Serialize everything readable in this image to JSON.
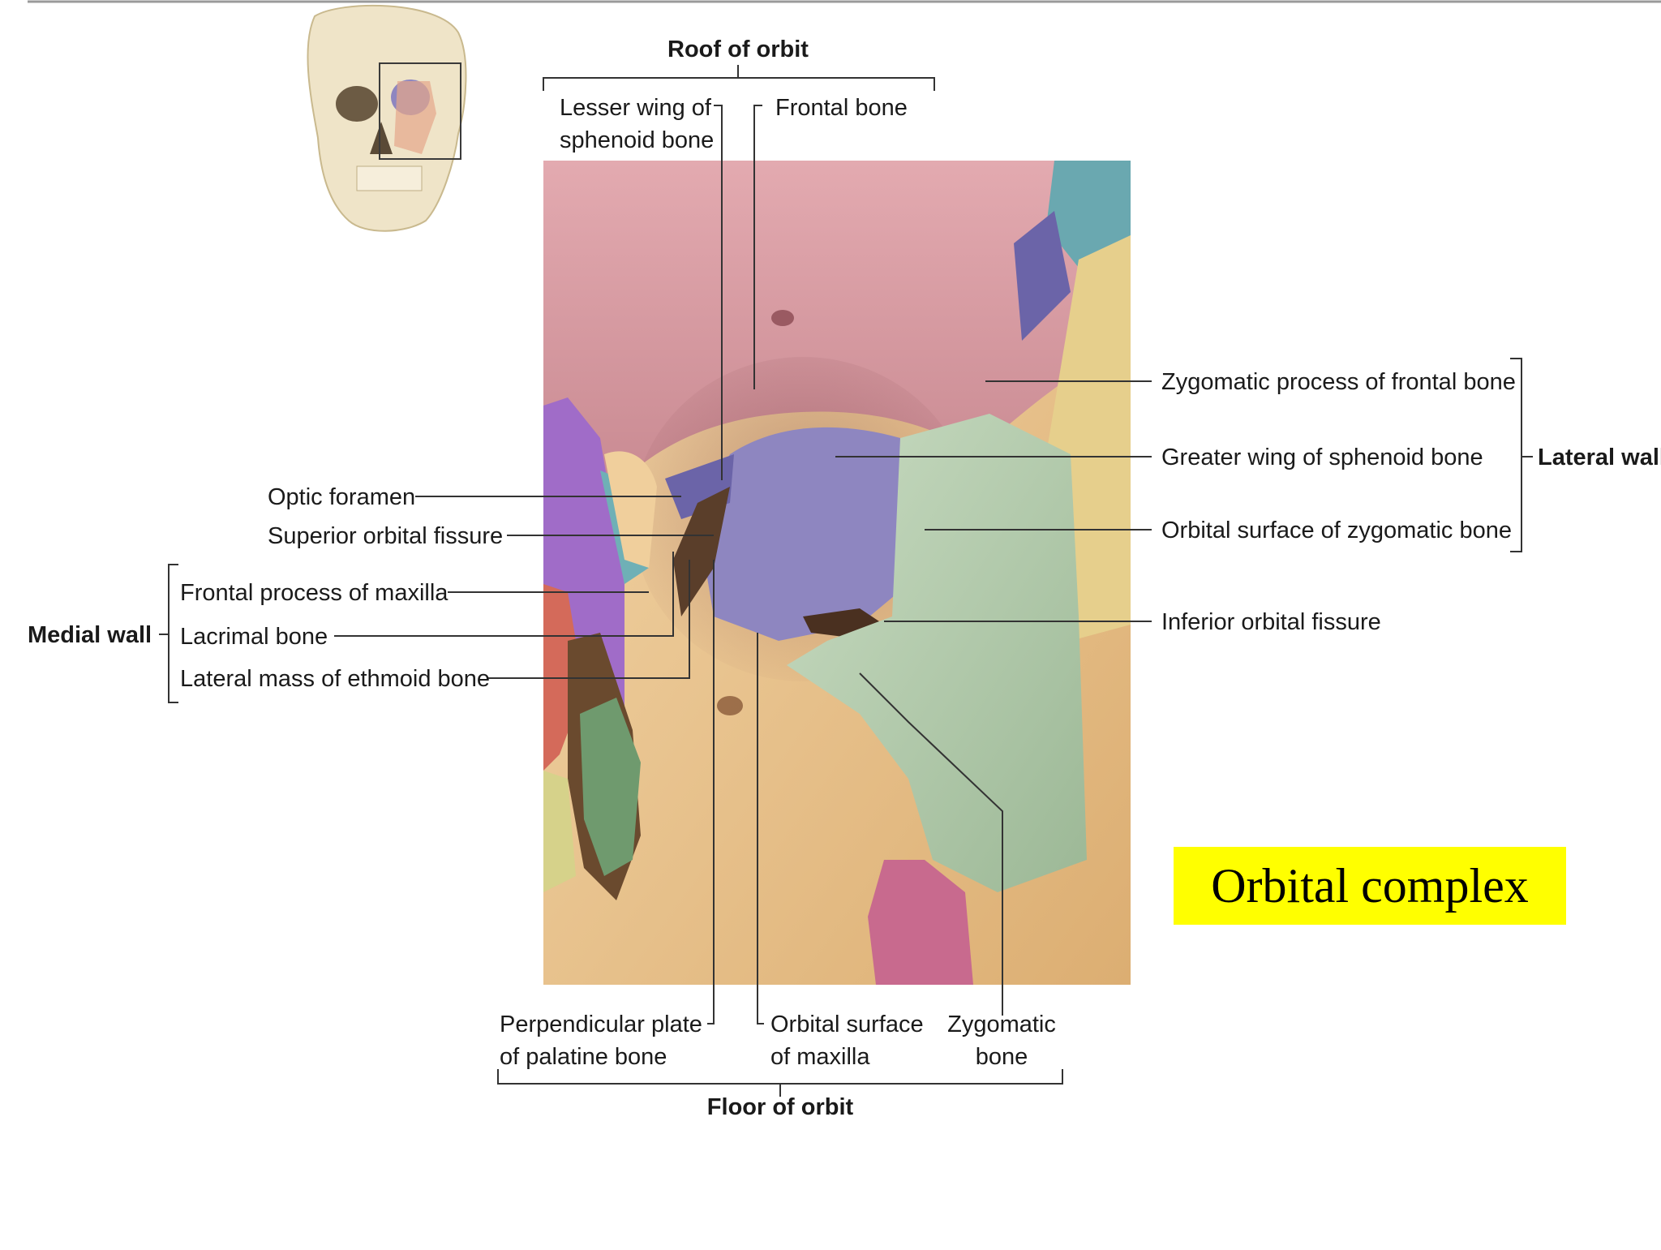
{
  "labels": {
    "roof_of_orbit": "Roof of orbit",
    "lesser_wing_line1": "Lesser wing of",
    "lesser_wing_line2": "sphenoid bone",
    "frontal_bone": "Frontal bone",
    "zygomatic_process": "Zygomatic process of frontal bone",
    "greater_wing": "Greater wing of sphenoid bone",
    "orbital_surface_zygomatic": "Orbital surface of zygomatic bone",
    "lateral_wall": "Lateral wall",
    "inferior_orbital_fissure": "Inferior orbital fissure",
    "optic_foramen": "Optic foramen",
    "superior_orbital_fissure": "Superior orbital fissure",
    "medial_wall": "Medial wall",
    "frontal_process_maxilla": "Frontal process of maxilla",
    "lacrimal_bone": "Lacrimal bone",
    "lateral_mass_ethmoid": "Lateral mass of ethmoid bone",
    "perpendicular_plate_line1": "Perpendicular plate",
    "perpendicular_plate_line2": "of palatine bone",
    "orbital_surface_maxilla_line1": "Orbital surface",
    "orbital_surface_maxilla_line2": "of maxilla",
    "zygomatic_bone_line1": "Zygomatic",
    "zygomatic_bone_line2": "bone",
    "floor_of_orbit": "Floor of orbit"
  },
  "callout": {
    "text": "Orbital complex",
    "color": "#ffff00"
  },
  "colors": {
    "frontal": "#d89aa0",
    "sphenoid_greater": "#8e86c0",
    "sphenoid_lesser": "#6b64a8",
    "zygomatic": "#b9d0b2",
    "maxilla": "#ecc998",
    "ethmoid": "#a06cc8",
    "lacrimal": "#6fb0b6",
    "palatine": "#6a4a2e",
    "nasal_red": "#d46a5a",
    "temporal_teal": "#6aa8b0",
    "parietal_yellow": "#e6cf8c",
    "skull": "#efe4c8"
  },
  "icons": [
    "skull-thumbnail-icon"
  ]
}
